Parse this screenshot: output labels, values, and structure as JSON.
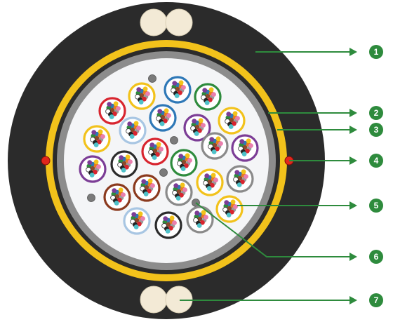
{
  "colors": {
    "jacket": "#2b2b2b",
    "strength_member": "#f3ead6",
    "armor_tape": "#f2c21b",
    "inner_sheath": "#8c8c8c",
    "core_fill": "#f4f5f7",
    "ripcord": "#e1261c",
    "callout": "#2e8b3d",
    "filler": "#7a7a7a",
    "tube_colors": [
      "#d8252f",
      "#f2c21b",
      "#2e78b7",
      "#2e8b3d",
      "#7c3d96",
      "#a8c6e3",
      "#8a8a8a",
      "#2b2b2b",
      "#8b3a1e"
    ],
    "fiber_colors": [
      "#2e78b7",
      "#e87a1d",
      "#2e8b3d",
      "#8b4a2b",
      "#9a9a9a",
      "#ffffff",
      "#d8252f",
      "#222222",
      "#f2c21b",
      "#7c3d96",
      "#e97fae",
      "#4fc1c9"
    ]
  },
  "callouts": [
    {
      "number": "1",
      "part": "outer-jacket"
    },
    {
      "number": "2",
      "part": "armor-tape"
    },
    {
      "number": "3",
      "part": "inner-sheath"
    },
    {
      "number": "4",
      "part": "ripcord"
    },
    {
      "number": "5",
      "part": "loose-tube"
    },
    {
      "number": "6",
      "part": "filler-rod"
    },
    {
      "number": "7",
      "part": "strength-member"
    }
  ],
  "loose_tubes": [
    {
      "color": "#d8252f"
    },
    {
      "color": "#f2c21b"
    },
    {
      "color": "#2e78b7"
    },
    {
      "color": "#2e8b3d"
    },
    {
      "color": "#a8c6e3"
    },
    {
      "color": "#2e78b7"
    },
    {
      "color": "#7c3d96"
    },
    {
      "color": "#f2c21b"
    },
    {
      "color": "#f2c21b"
    },
    {
      "color": "#d8252f"
    },
    {
      "color": "#2e8b3d"
    },
    {
      "color": "#8a8a8a"
    },
    {
      "color": "#7c3d96"
    },
    {
      "color": "#7c3d96"
    },
    {
      "color": "#2b2b2b"
    },
    {
      "color": "#8b3a1e"
    },
    {
      "color": "#8b3a1e"
    },
    {
      "color": "#8a8a8a"
    },
    {
      "color": "#f2c21b"
    },
    {
      "color": "#8a8a8a"
    },
    {
      "color": "#a8c6e3"
    },
    {
      "color": "#2b2b2b"
    },
    {
      "color": "#8a8a8a"
    },
    {
      "color": "#f2c21b"
    }
  ]
}
